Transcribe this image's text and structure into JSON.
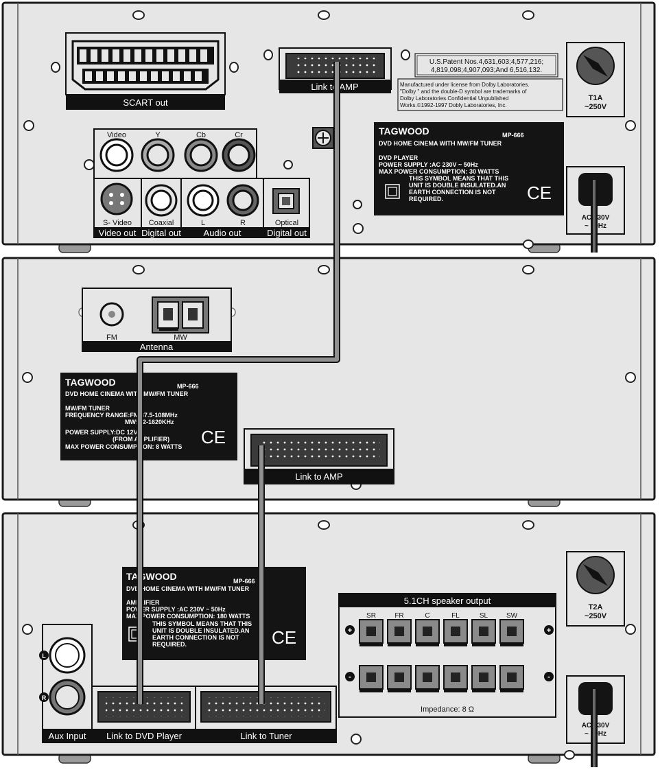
{
  "dvd": {
    "scart_label": "SCART out",
    "link_amp_label": "Link to AMP",
    "video_jack": "Video",
    "y_jack": "Y",
    "cb_jack": "Cb",
    "cr_jack": "Cr",
    "svideo_jack": "S- Video",
    "coaxial_jack": "Coaxial",
    "audio_l": "L",
    "audio_r": "R",
    "optical_jack": "Optical",
    "group_video_out": "Video out",
    "group_digital_out": "Digital out",
    "group_audio_out": "Audio out",
    "group_digital_out_2": "Digital out",
    "patent_line1": "U.S.Patent Nos.4,631,603;4,577,216;",
    "patent_line2": "4,819,098;4,907,093;And 6,516,132.",
    "dolby_line1": "Manufactured under license from Dolby Laboratories.",
    "dolby_line2": "\"Dolby \" and the double-D symbol are trademarks of",
    "dolby_line3": "Dolby Laboratories.Confidential Unpublished",
    "dolby_line4": "Works.©1992-1997 Dobly Laboratories, Inc.",
    "fuse_rating": "T1A",
    "fuse_voltage": "~250V",
    "ac_line1": "AC 230V",
    "ac_line2": "~ 50Hz",
    "plate": {
      "brand": "TAGWOOD",
      "model": "MP-666",
      "subtitle": "DVD HOME CINEMA WITH MW/FM TUNER",
      "section": "DVD PLAYER",
      "line1": "POWER SUPPLY :AC 230V ~ 50Hz",
      "line2": "MAX POWER CONSUMPTION: 30 WATTS",
      "line3": "THIS SYMBOL MEANS THAT THIS",
      "line4": "UNIT IS DOUBLE  INSULATED.AN",
      "line5": "EARTH  CONNECTION IS NOT",
      "line6": "REQUIRED.",
      "ce": "CE"
    }
  },
  "tuner": {
    "fm_label": "FM",
    "mw_label": "MW",
    "antenna_label": "Antenna",
    "link_amp_label": "Link to AMP",
    "plate": {
      "brand": "TAGWOOD",
      "model": "MP-666",
      "subtitle": "DVD HOME CINEMA WITH MW/FM TUNER",
      "section": "MW/FM TUNER",
      "line1": "FREQUENCY RANGE:FM 87.5-108MHz",
      "line2": "MW522-1620KHz",
      "line3": "POWER SUPPLY:DC 12V",
      "line4": "(FROM AMPLIFIER)",
      "line5": "MAX POWER CONSUMPTION: 8 WATTS",
      "ce": "CE"
    }
  },
  "amp": {
    "aux_label": "Aux Input",
    "aux_l": "L",
    "aux_r": "R",
    "link_dvd_label": "Link to DVD Player",
    "link_tuner_label": "Link to Tuner",
    "speaker_title": "5.1CH speaker output",
    "speaker_channels": [
      "SR",
      "FR",
      "C",
      "FL",
      "SL",
      "SW"
    ],
    "plus_sign": "+",
    "minus_sign": "-",
    "impedance": "Impedance: 8 Ω",
    "fuse_rating": "T2A",
    "fuse_voltage": "~250V",
    "ac_line1": "AC 230V",
    "ac_line2": "~ 50Hz",
    "plate": {
      "brand": "TAGWOOD",
      "model": "MP-666",
      "subtitle": "DVD HOME CINEMA WITH MW/FM TUNER",
      "section": "AMPLIFIER",
      "line1": "POWER SUPPLY :AC 230V ~ 50Hz",
      "line2": "MAX POWER CONSUMPTION: 180 WATTS",
      "line3": "THIS SYMBOL MEANS THAT THIS",
      "line4": "UNIT IS DOUBLE  INSULATED.AN",
      "line5": "EARTH  CONNECTION IS NOT",
      "line6": "REQUIRED.",
      "ce": "CE"
    }
  },
  "colors": {
    "panel": "#e6e6e6",
    "dark": "#141414",
    "cable": "#8f8f8f"
  }
}
